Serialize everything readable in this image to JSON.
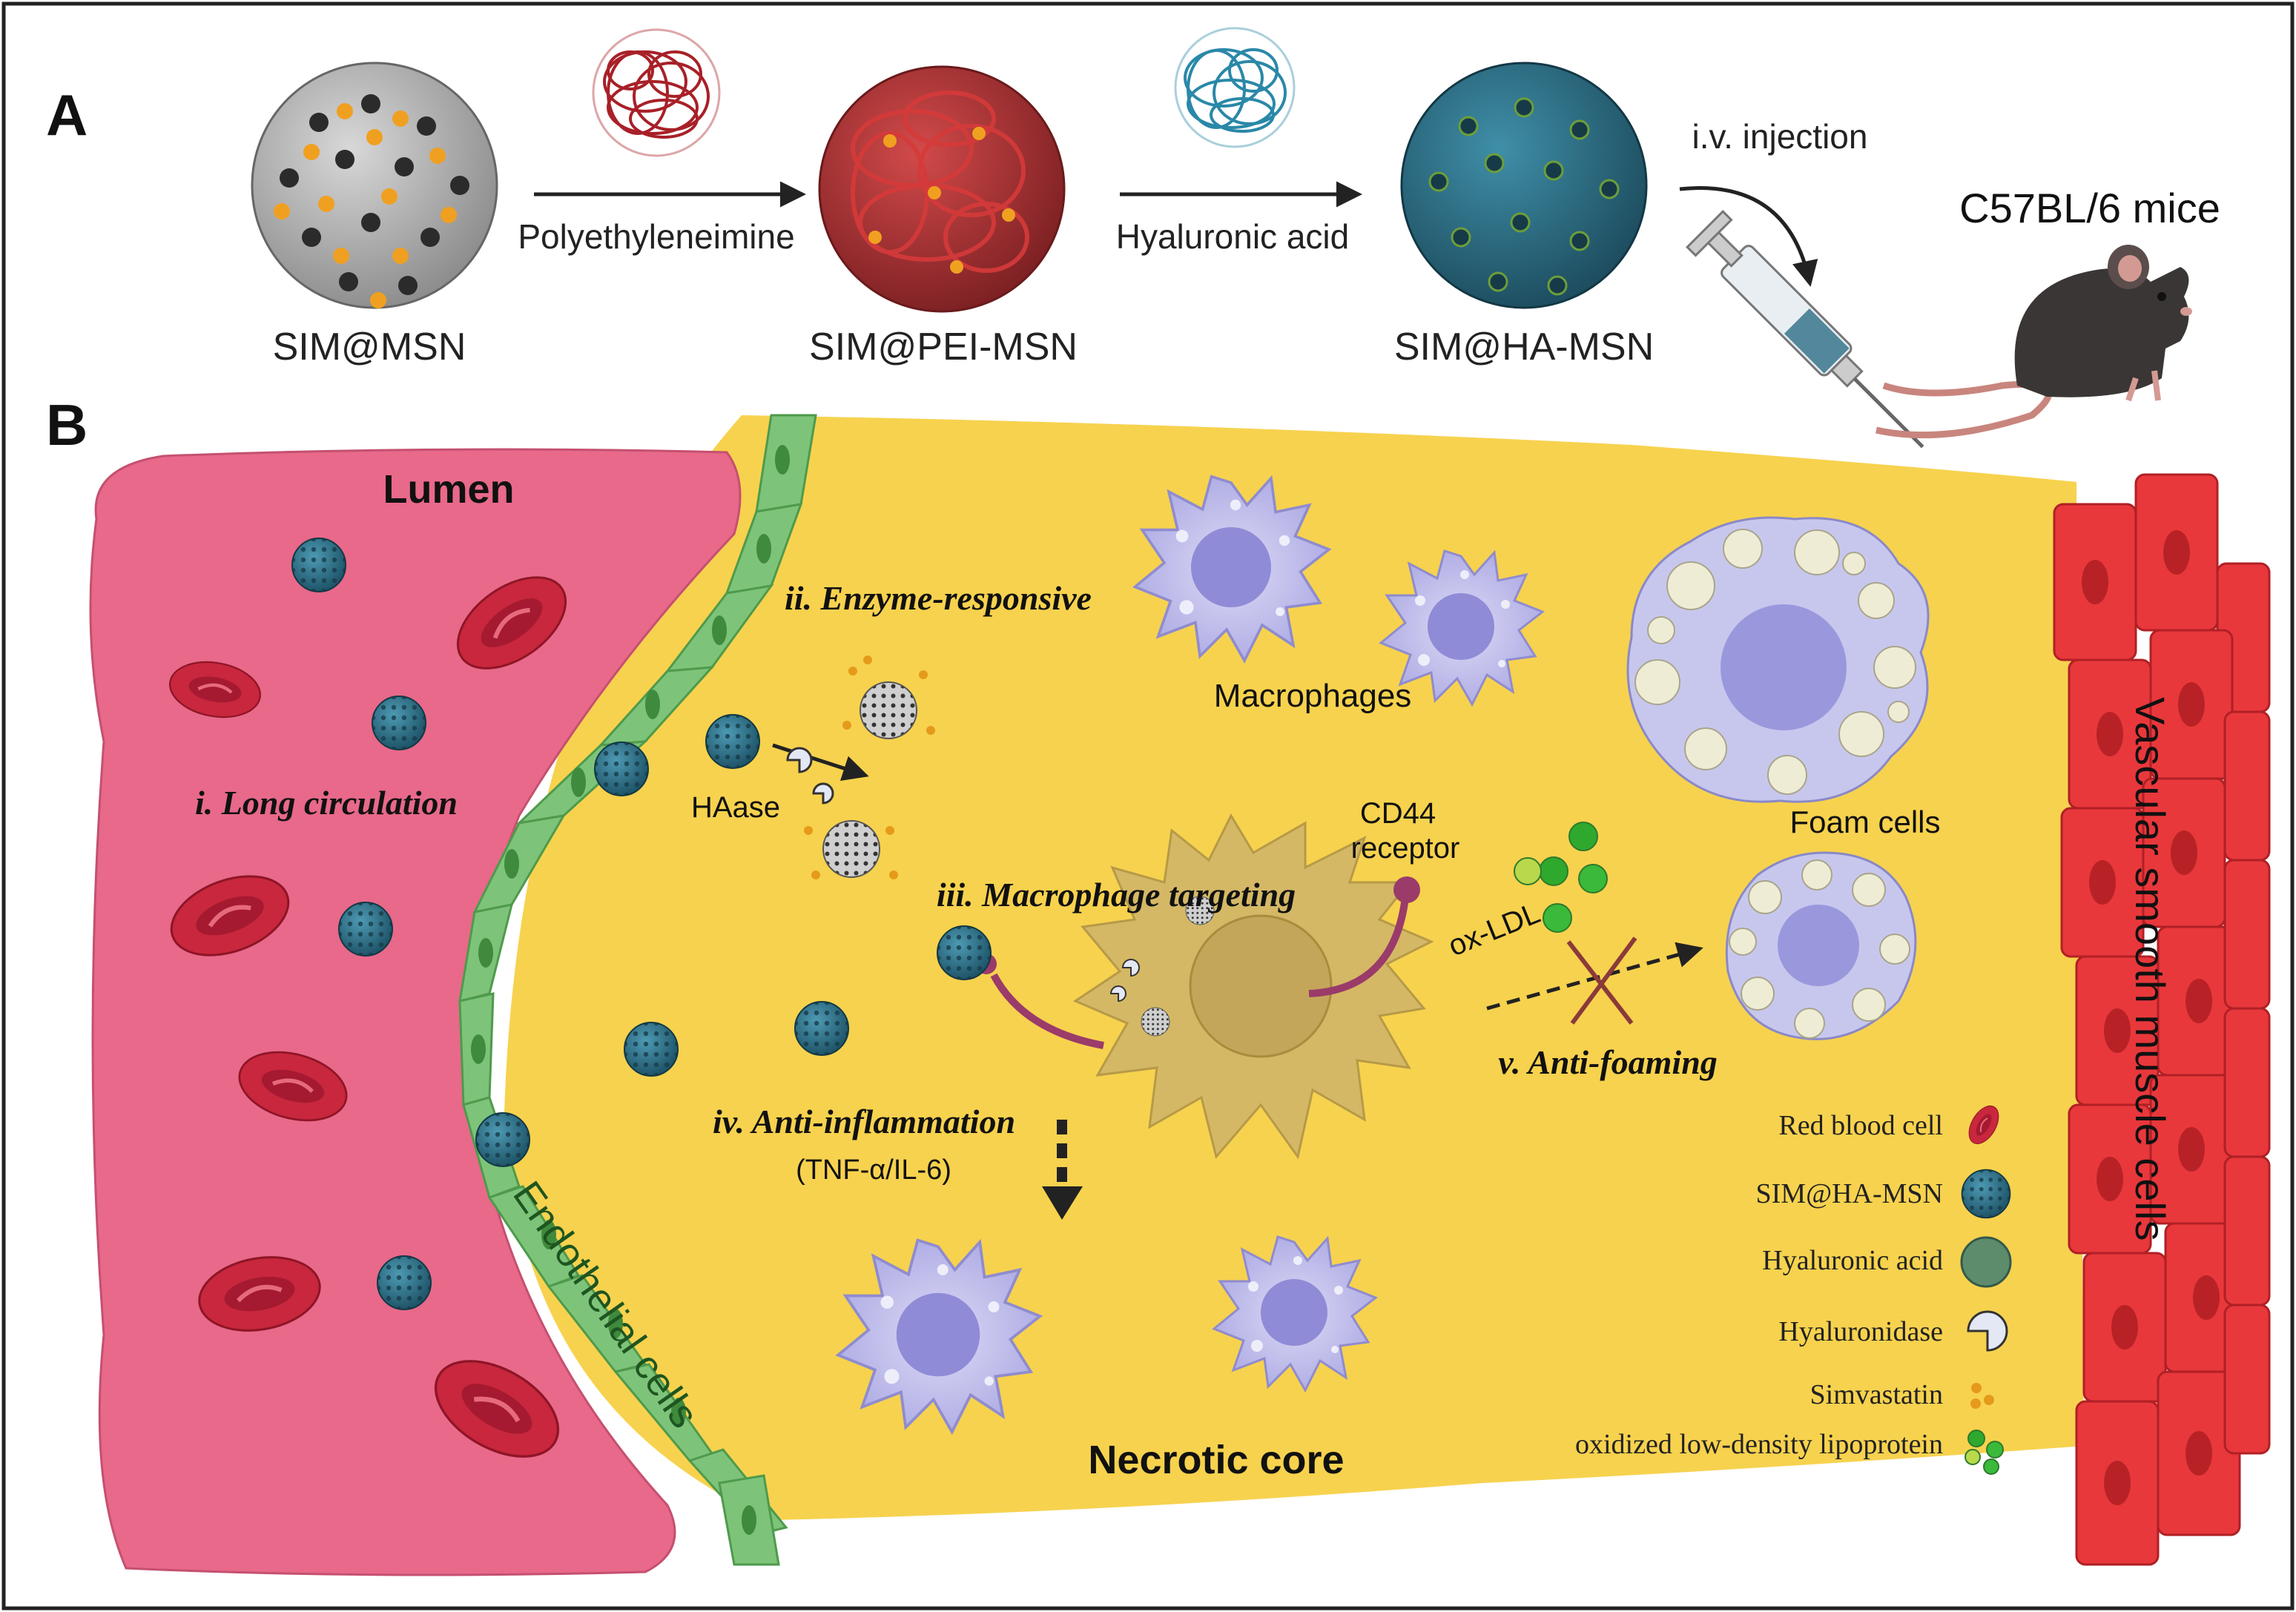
{
  "panels": {
    "a": "A",
    "b": "B"
  },
  "panel_a": {
    "np1": "SIM@MSN",
    "np2": "SIM@PEI-MSN",
    "np3": "SIM@HA-MSN",
    "arrow1": "Polyethyleneimine",
    "arrow2": "Hyaluronic acid",
    "injection": "i.v. injection",
    "mice": "C57BL/6 mice"
  },
  "panel_b": {
    "lumen": "Lumen",
    "step1": "i. Long  circulation",
    "step2": "ii. Enzyme-responsive",
    "step3": "iii. Macrophage targeting",
    "step4": "iv. Anti-inflammation",
    "step4_sub": "(TNF-α/IL-6)",
    "step5": "v. Anti-foaming",
    "haase": "HAase",
    "macrophages": "Macrophages",
    "foam_cells": "Foam cells",
    "cd44_line1": "CD44",
    "cd44_line2": "receptor",
    "oxldl": "ox-LDL",
    "necrotic": "Necrotic core",
    "endothelial": "Endothelial cells",
    "vsmc": "Vascular smooth muscle cells"
  },
  "legend": [
    {
      "label": "Red blood cell",
      "icon": "red-blood-cell-icon"
    },
    {
      "label": "SIM@HA-MSN",
      "icon": "nanoparticle-icon"
    },
    {
      "label": "Hyaluronic acid",
      "icon": "hyaluronic-acid-icon"
    },
    {
      "label": "Hyaluronidase",
      "icon": "hyaluronidase-icon"
    },
    {
      "label": "Simvastatin",
      "icon": "simvastatin-icon"
    },
    {
      "label": "oxidized low-density lipoprotein",
      "icon": "oxldl-icon"
    }
  ],
  "colors": {
    "lumen": "#e8698a",
    "plaque": "#f7d24e",
    "endothelium": "#7dc47a",
    "rbc": "#c8273d",
    "nanoparticle": "#2d6e86",
    "pei": "#b3242b",
    "ha": "#2a88a8",
    "macrophage": "#b9b7ea",
    "vsmc": "#e8383b"
  }
}
